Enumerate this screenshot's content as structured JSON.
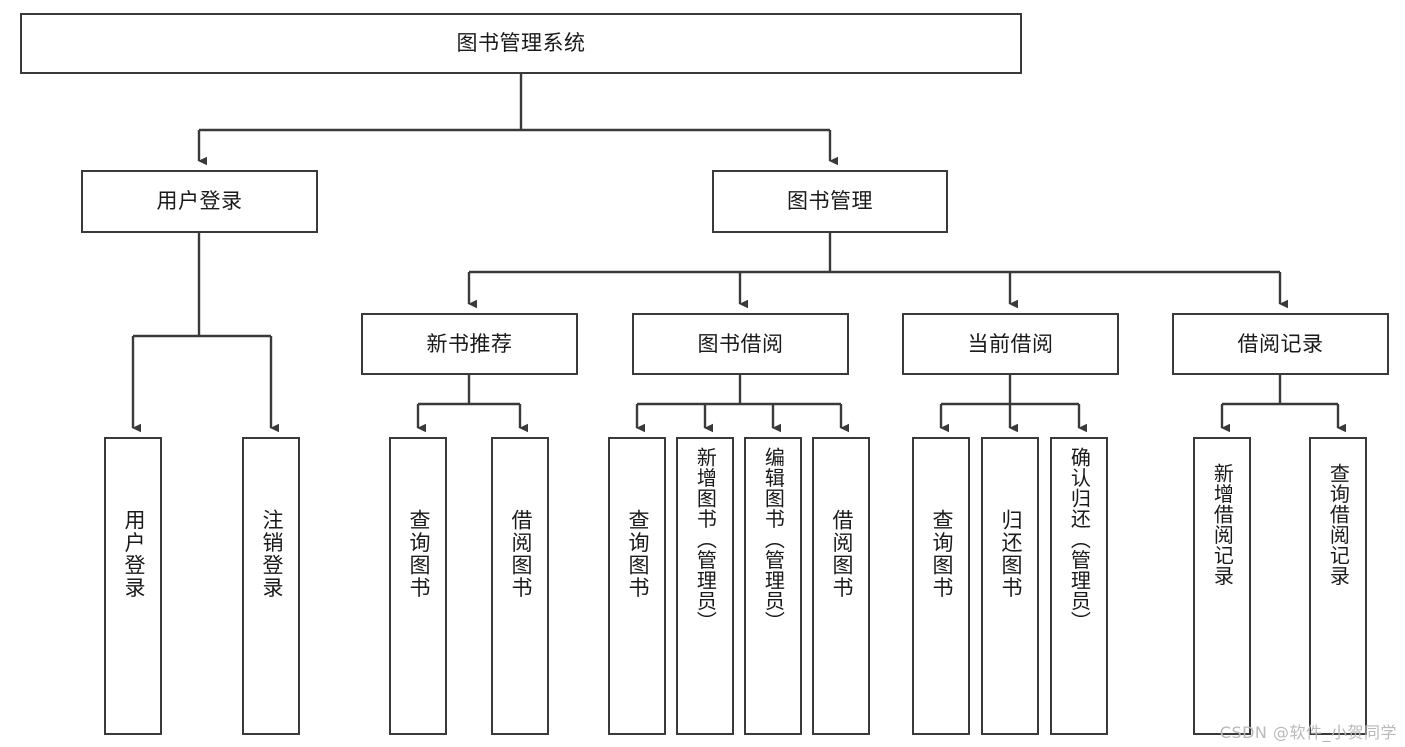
{
  "diagram": {
    "title_box": {
      "label": "图书管理系统"
    },
    "level2": [
      {
        "id": "user-login",
        "label": "用户登录"
      },
      {
        "id": "book-management",
        "label": "图书管理"
      }
    ],
    "level3": [
      {
        "id": "new-book-recommend",
        "label": "新书推荐"
      },
      {
        "id": "book-borrow",
        "label": "图书借阅"
      },
      {
        "id": "current-borrow",
        "label": "当前借阅"
      },
      {
        "id": "borrow-record",
        "label": "借阅记录"
      }
    ],
    "leaves": {
      "user_login": [
        {
          "id": "leaf-user-login",
          "label": "用户登录"
        },
        {
          "id": "leaf-logout-login",
          "label": "注销登录"
        }
      ],
      "new_book_recommend": [
        {
          "id": "leaf-query-book-1",
          "label": "查询图书"
        },
        {
          "id": "leaf-borrow-book-1",
          "label": "借阅图书"
        }
      ],
      "book_borrow": [
        {
          "id": "leaf-query-book-2",
          "label": "查询图书"
        },
        {
          "id": "leaf-add-book",
          "label": "新增图书（管理员）"
        },
        {
          "id": "leaf-edit-book",
          "label": "编辑图书（管理员）"
        },
        {
          "id": "leaf-borrow-book-2",
          "label": "借阅图书"
        }
      ],
      "current_borrow": [
        {
          "id": "leaf-query-book-3",
          "label": "查询图书"
        },
        {
          "id": "leaf-return-book",
          "label": "归还图书"
        },
        {
          "id": "leaf-confirm-return",
          "label": "确认归还（管理员）"
        }
      ],
      "borrow_record": [
        {
          "id": "leaf-add-record",
          "label": "新增借阅记录"
        },
        {
          "id": "leaf-query-record",
          "label": "查询借阅记录"
        }
      ]
    },
    "watermark": {
      "text": "CSDN @软件_小贺同学"
    },
    "colors": {
      "stroke": "#3a3a3a",
      "box_fill": "#ffffff",
      "text": "#1a1a1a",
      "watermark": "#b9b9b9",
      "background": "#ffffff"
    }
  }
}
